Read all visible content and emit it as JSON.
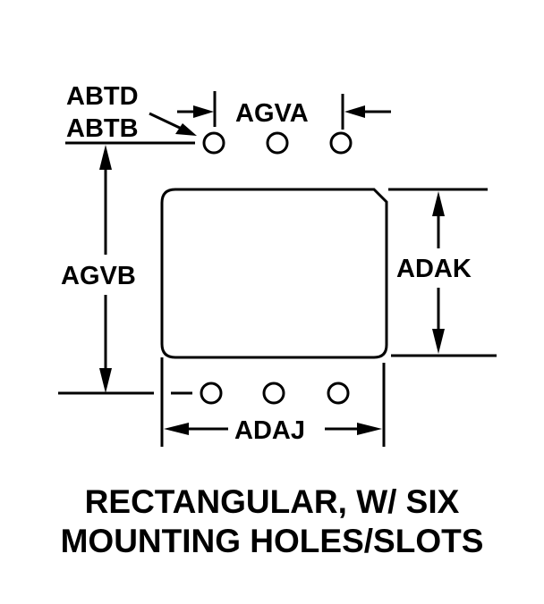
{
  "labels": {
    "abtd": "ABTD",
    "abtb": "ABTB",
    "agva": "AGVA",
    "agvb": "AGVB",
    "adak": "ADAK",
    "adaj": "ADAJ"
  },
  "caption": {
    "line1": "RECTANGULAR, W/ SIX",
    "line2": "MOUNTING HOLES/SLOTS"
  }
}
